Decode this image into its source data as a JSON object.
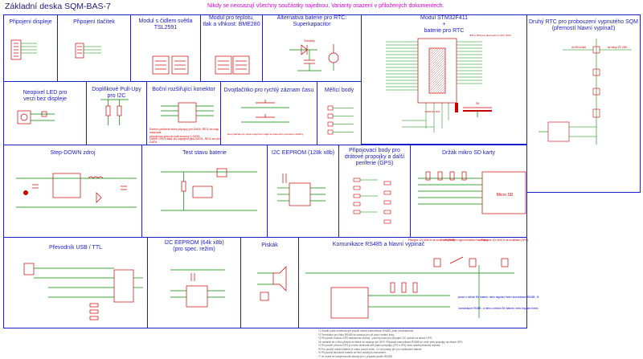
{
  "title": "Základní deska SQM-BAS-7",
  "notice": "Nikdy se neosazují všechny součástky najednou.  Varianty osazení v přiložených dokumentech.",
  "sections": {
    "display": "Připojení displeje",
    "buttons": "Připojení tlačítek",
    "light_sensor": "Modul s čidlem světla\nTSL2591",
    "weather": "Modul pro teplotu,\ntlak a vlhkost: BME280",
    "rtc_backup": "Alternativa baterie pro RTC:\nSuperkapacitor",
    "mcu": "Modul STM32F411\n+\nbaterie pro RTC",
    "rtc2": "Druhý RTC pro probouzení vypnutého SQM\n(přemostí hlavní vypínač)",
    "neopixel": "Neopixel LED pro\nverzi bez displeje",
    "pullups": "Doplňkové Pull-Upy\npro I2C",
    "side_connector": "Boční rozšiřující konektor",
    "dual_button": "Dvojtlačítko pro rychlý záznam času",
    "test_points": "Měřicí body",
    "stepdown": "Step-DOWN zdroj",
    "battery_test": "Test stavu baterie",
    "eeprom128": "I2C EEPROM (128k x8b)",
    "gps_points": "Připojovací body pro\ndrátové propojky a další\nperiferie (GPS)",
    "sd_card": "Držák mikro SD karty",
    "usb_ttl": "Převodník USB / TTL",
    "eeprom64": "I2C EEPROM (64k x8b)\n(pro spec. režim)",
    "buzzer": "Piskák",
    "rs485": "Komunikace RS485 a hlavní vypínač"
  },
  "small_text": {
    "schottky": "Schottky",
    "jumper_note": "JP8 a JP9 jsou alternativní k JP1 (SJT)",
    "sd_label": "Micro SD",
    "supercap_label": "3V",
    "cr2032": "CR2032 / BAT",
    "to_pins": "do BV kolíků",
    "to_pins2": "na vstup ZE VDD",
    "side_note_a": "Externí periferie které připojují pin DATA, RE/1 se mají osazovat\npřipojením pinu do pull-downu(+) DATA",
    "side_note_b": "Uvolní GPIO data, po zapojení pinu DATA, RE/1 se ničí DATA",
    "dual_note": "Dvojí tlačítka pro zápis vstupních údajů\ndo časového přerušení obsluhy",
    "rs485_opt1": "Připojení 12V DNCH\nna modifikaci (SRR)",
    "rs485_opt2": "Přemostění vypnutí\ntlačítko Nastavení",
    "rs485_opt3": "Připojení 12V DNCH\nna modifikaci (SRR)",
    "rs485_note1": "pouze u něčích BV baterie, nebo regulací řízení\nkomunikace RS485 - B",
    "rs485_note2": "komunikace RS485 - A\nnebo u něčích BV baterie, nebo regulací řízení"
  },
  "footnotes": [
    "*1   Osadit podle schématu při použití vlastní komunikace RS485, jinak nenastavovat.",
    "*2   Terminátor pro linku RS485 se osazuje jen při konci vedení linky.",
    "*3   Při použití modulu GPS nastavovat osovky - použít pouze pro připojení DC spínač na desce GPS.",
    "      Ve variantě se s lišní přívodu ke stěně se osazuje pin GPS.  Případně komunikace RS485 se vede přes propojky na desce GPS.",
    "*4   Při použití přívodu GPS je nutné zkratovat dvě pájecí propojky (JP3 a JP4) nebo osadit příslušný rezistor.",
    "*5   Pro použití vlastní baterie je nutno použít zkrat - Co se postup jen pro rozlišování baterie.",
    "*6   Při použití tlačítkové baterie se lišit rozdílným záznamem.",
    "*7   Je nutné se kompenzovat obvody jen v případě použití RS485."
  ],
  "colors": {
    "frame": "#1c1cc8",
    "component": "#cc0000",
    "wire": "#008800",
    "notice": "#e000e0",
    "title": "#1a1a7a"
  }
}
